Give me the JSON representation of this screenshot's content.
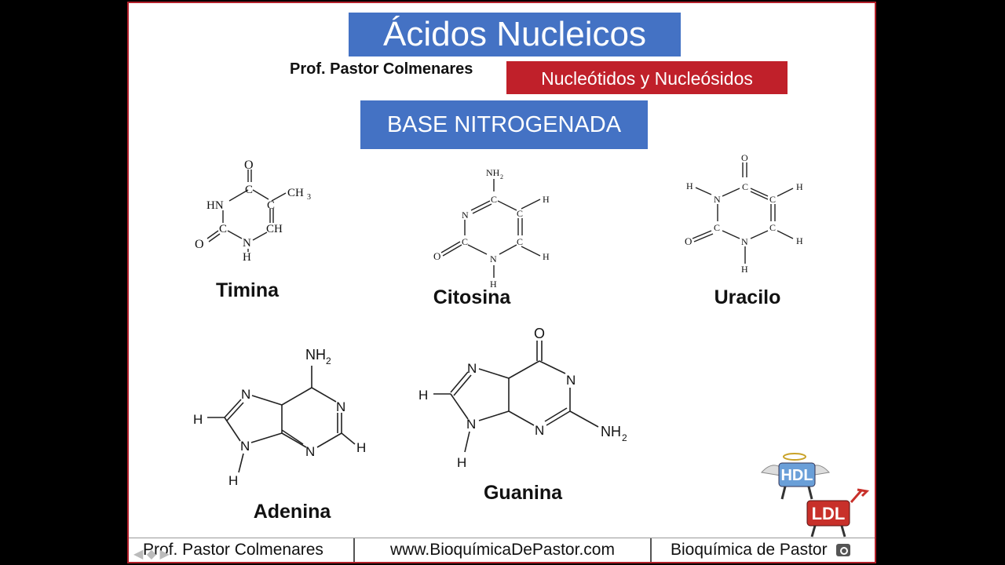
{
  "slide": {
    "title": "Ácidos Nucleicos",
    "author": "Prof. Pastor Colmenares",
    "subtitle": "Nucleótidos y Nucleósidos",
    "section": "BASE NITROGENADA"
  },
  "molecules": [
    {
      "name": "Timina"
    },
    {
      "name": "Citosina"
    },
    {
      "name": "Uracilo"
    },
    {
      "name": "Adenina"
    },
    {
      "name": "Guanina"
    }
  ],
  "labels": {
    "timina": {
      "o_top": "O",
      "c1": "C",
      "ch3": "CH",
      "ch3_sub": "3",
      "hn": "HN",
      "c2": "C",
      "ch": "CH",
      "o_left": "O",
      "c3": "C",
      "n": "N",
      "h": "H"
    },
    "citosina": {
      "nh2": "NH",
      "nh2_sub": "2",
      "c4": "C",
      "n3": "N",
      "c5": "C",
      "h5": "H",
      "c2": "C",
      "c6": "C",
      "h6": "H",
      "o": "O",
      "n1": "N",
      "h1": "H"
    },
    "uracilo": {
      "o_top": "O",
      "h3": "H",
      "n3": "N",
      "c4": "C",
      "c5": "C",
      "h5": "H",
      "o_left": "O",
      "c2": "C",
      "n1": "N",
      "c6": "C",
      "h6": "H",
      "h1": "H"
    },
    "adenina": {
      "nh2": "NH",
      "nh2_sub": "2",
      "n7": "N",
      "n1": "N",
      "h8": "H",
      "n9": "N",
      "n3": "N",
      "h2": "H",
      "h9": "H"
    },
    "guanina": {
      "o": "O",
      "n7": "N",
      "n1": "N",
      "h8": "H",
      "n9": "N",
      "n3": "N",
      "nh2": "NH",
      "nh2_sub": "2",
      "h9": "H"
    }
  },
  "footer": {
    "left": "Prof. Pastor Colmenares",
    "center": "www.BioquímicaDePastor.com",
    "right": "Bioquímica de Pastor"
  },
  "logo": {
    "text_top": "HDL",
    "text_bottom": "LDL"
  },
  "colors": {
    "accent_blue": "#4472c4",
    "accent_red": "#c0202a",
    "frame": "#b3202a"
  }
}
